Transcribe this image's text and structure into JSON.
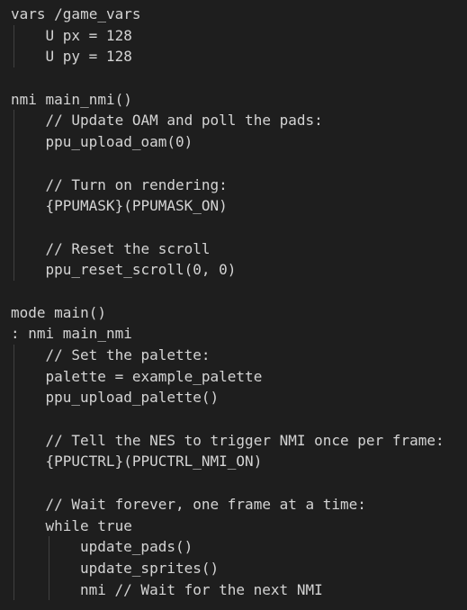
{
  "editor": {
    "lines": [
      {
        "indent": 0,
        "text": "vars /game_vars"
      },
      {
        "indent": 1,
        "text": "U px = 128"
      },
      {
        "indent": 1,
        "text": "U py = 128"
      },
      {
        "indent": 0,
        "text": ""
      },
      {
        "indent": 0,
        "text": "nmi main_nmi()"
      },
      {
        "indent": 1,
        "text": "// Update OAM and poll the pads:"
      },
      {
        "indent": 1,
        "text": "ppu_upload_oam(0)"
      },
      {
        "indent": 0,
        "text": ""
      },
      {
        "indent": 1,
        "text": "// Turn on rendering:"
      },
      {
        "indent": 1,
        "text": "{PPUMASK}(PPUMASK_ON)"
      },
      {
        "indent": 0,
        "text": ""
      },
      {
        "indent": 1,
        "text": "// Reset the scroll"
      },
      {
        "indent": 1,
        "text": "ppu_reset_scroll(0, 0)"
      },
      {
        "indent": 0,
        "text": ""
      },
      {
        "indent": 0,
        "text": "mode main()"
      },
      {
        "indent": 0,
        "text": ": nmi main_nmi"
      },
      {
        "indent": 1,
        "text": "// Set the palette:"
      },
      {
        "indent": 1,
        "text": "palette = example_palette"
      },
      {
        "indent": 1,
        "text": "ppu_upload_palette()"
      },
      {
        "indent": 0,
        "text": ""
      },
      {
        "indent": 1,
        "text": "// Tell the NES to trigger NMI once per frame:"
      },
      {
        "indent": 1,
        "text": "{PPUCTRL}(PPUCTRL_NMI_ON)"
      },
      {
        "indent": 0,
        "text": ""
      },
      {
        "indent": 1,
        "text": "// Wait forever, one frame at a time:"
      },
      {
        "indent": 1,
        "text": "while true"
      },
      {
        "indent": 2,
        "text": "update_pads()"
      },
      {
        "indent": 2,
        "text": "update_sprites()"
      },
      {
        "indent": 2,
        "text": "nmi // Wait for the next NMI"
      }
    ]
  },
  "colors": {
    "background": "#1e1e1e",
    "text": "#d4d4d4",
    "indent_guide": "#404040"
  }
}
